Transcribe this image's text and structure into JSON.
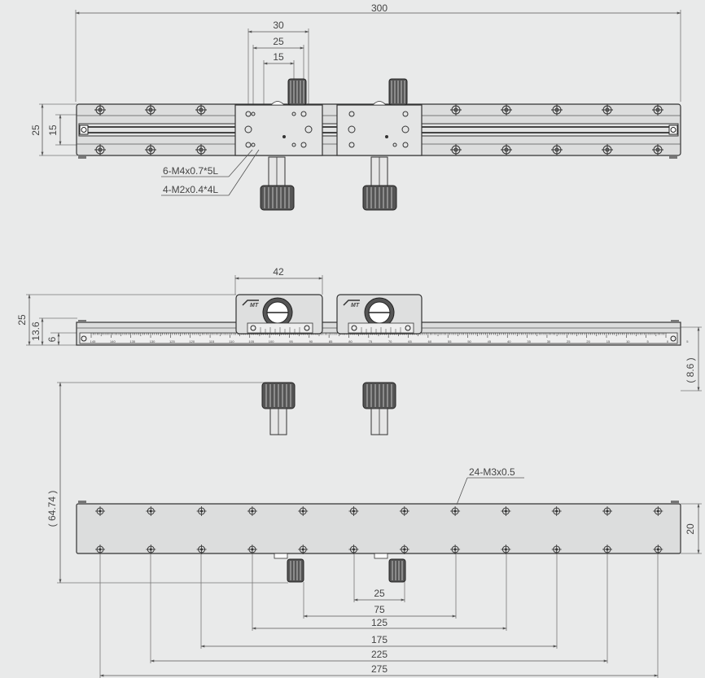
{
  "colors": {
    "background": "#e9eaea",
    "line": "#333333",
    "dim": "#555555",
    "body": "#d9dada"
  },
  "top_view": {
    "overall_length": "300",
    "spacing_30": "30",
    "spacing_25": "25",
    "spacing_15": "15",
    "width_25": "25",
    "width_15": "15",
    "callout_m4": "6-M4x0.7*5L",
    "callout_m2": "4-M2x0.4*4L"
  },
  "front_view": {
    "carriage_width": "42",
    "height_25": "25",
    "height_13_6": "13.6",
    "height_6": "6",
    "height_8_6": "( 8.6 )",
    "brand_logo": "MT",
    "scale_left": [
      "145",
      "140",
      "135",
      "130",
      "125",
      "120",
      "115",
      "110",
      "105",
      "100",
      "95",
      "90",
      "85",
      "80",
      "75",
      "70",
      "65",
      "60",
      "55",
      "50",
      "45",
      "40",
      "35",
      "30",
      "25",
      "20",
      "15",
      "10",
      "5",
      "0"
    ],
    "scale_right": [
      "5",
      "10",
      "15",
      "20",
      "25",
      "30",
      "35",
      "40",
      "45",
      "50",
      "55",
      "60",
      "65",
      "70",
      "75",
      "80",
      "85",
      "90",
      "95",
      "100",
      "105",
      "110",
      "115",
      "120",
      "125",
      "130",
      "135",
      "140",
      "145"
    ]
  },
  "bottom_view": {
    "height_64_74": "( 64.74 )",
    "width_20": "20",
    "callout_m3": "24-M3x0.5",
    "spacing": [
      "25",
      "75",
      "125",
      "175",
      "225",
      "275"
    ]
  }
}
